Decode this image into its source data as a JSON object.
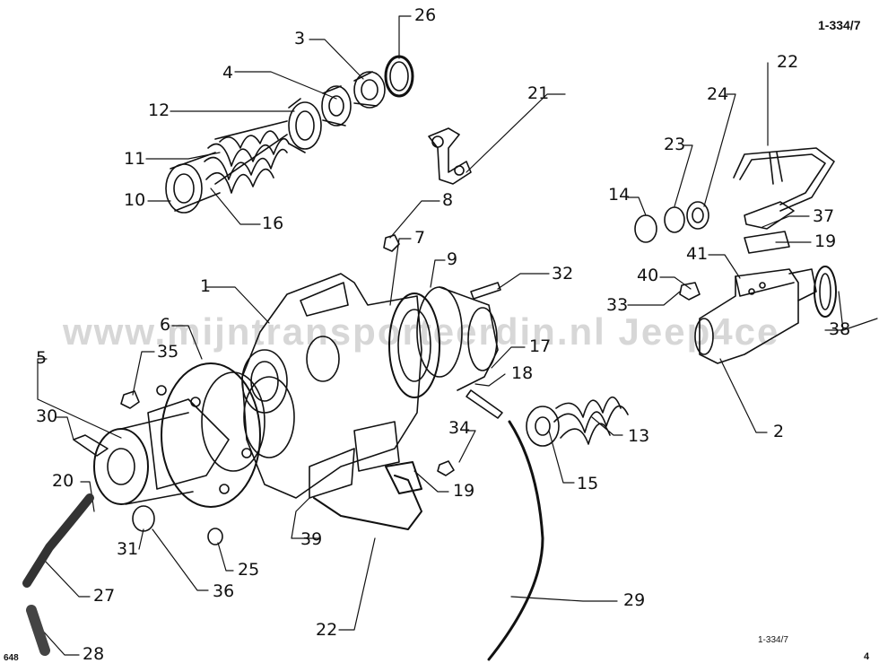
{
  "drawing_ref_top": "1-334/7",
  "drawing_ref_bottom": "1-334/7",
  "sheet_code": "648",
  "page_number": "4",
  "watermark": "www.mijntransporteerdin.nl   Jeep4ce",
  "part_labels": [
    "1",
    "2",
    "3",
    "4",
    "5",
    "6",
    "7",
    "8",
    "9",
    "10",
    "11",
    "12",
    "13",
    "14",
    "15",
    "16",
    "17",
    "18",
    "19",
    "19",
    "20",
    "21",
    "22",
    "22",
    "23",
    "24",
    "25",
    "26",
    "27",
    "28",
    "29",
    "30",
    "31",
    "32",
    "33",
    "34",
    "35",
    "36",
    "37",
    "38",
    "39",
    "40",
    "41"
  ]
}
